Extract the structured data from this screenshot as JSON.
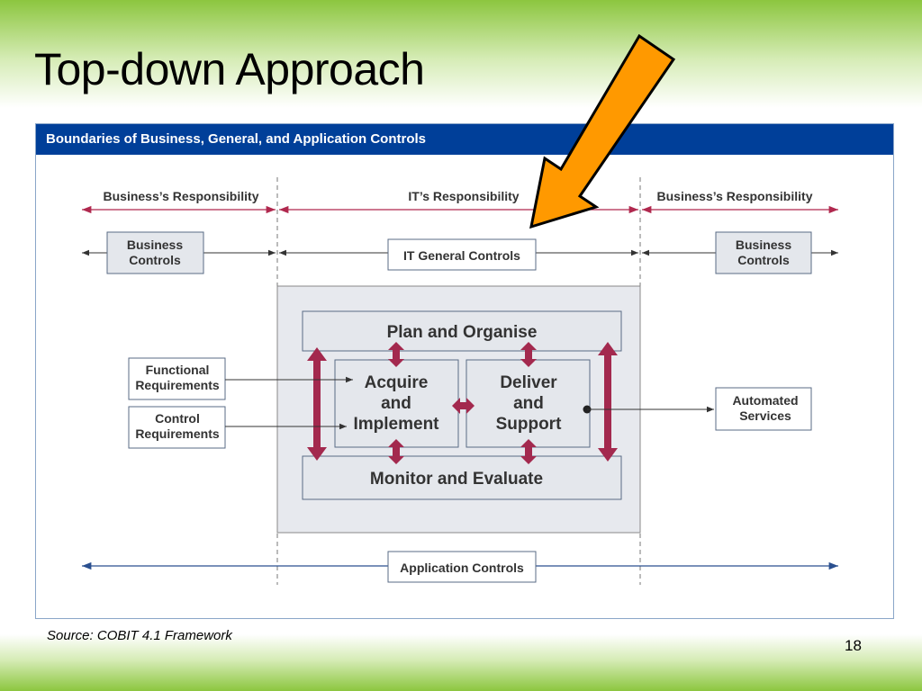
{
  "slide": {
    "title": "Top-down Approach",
    "source": "Source: COBIT 4.1 Framework",
    "page_number": "18"
  },
  "figure": {
    "header": "Boundaries of Business, General, and Application Controls",
    "responsibility": {
      "business_left": "Business’s Responsibility",
      "it": "IT’s Responsibility",
      "business_right": "Business’s Responsibility"
    },
    "controls": {
      "business_left": [
        "Business",
        "Controls"
      ],
      "it_general": "IT General Controls",
      "business_right": [
        "Business",
        "Controls"
      ],
      "application": "Application Controls"
    },
    "inputs": {
      "functional": [
        "Functional",
        "Requirements"
      ],
      "control": [
        "Control",
        "Requirements"
      ]
    },
    "output": {
      "automated": [
        "Automated",
        "Services"
      ]
    },
    "domains": {
      "plan": "Plan and Organise",
      "acquire": [
        "Acquire",
        "and",
        "Implement"
      ],
      "deliver": [
        "Deliver",
        "and",
        "Support"
      ],
      "monitor": "Monitor and Evaluate"
    }
  },
  "colors": {
    "header_blue": "#003f99",
    "responsibility_line": "#b0284e",
    "arrow_maroon": "#a3294e",
    "app_line": "#2a4f8f",
    "callout_orange": "#ff9900",
    "green_band": "#8cc63f"
  }
}
